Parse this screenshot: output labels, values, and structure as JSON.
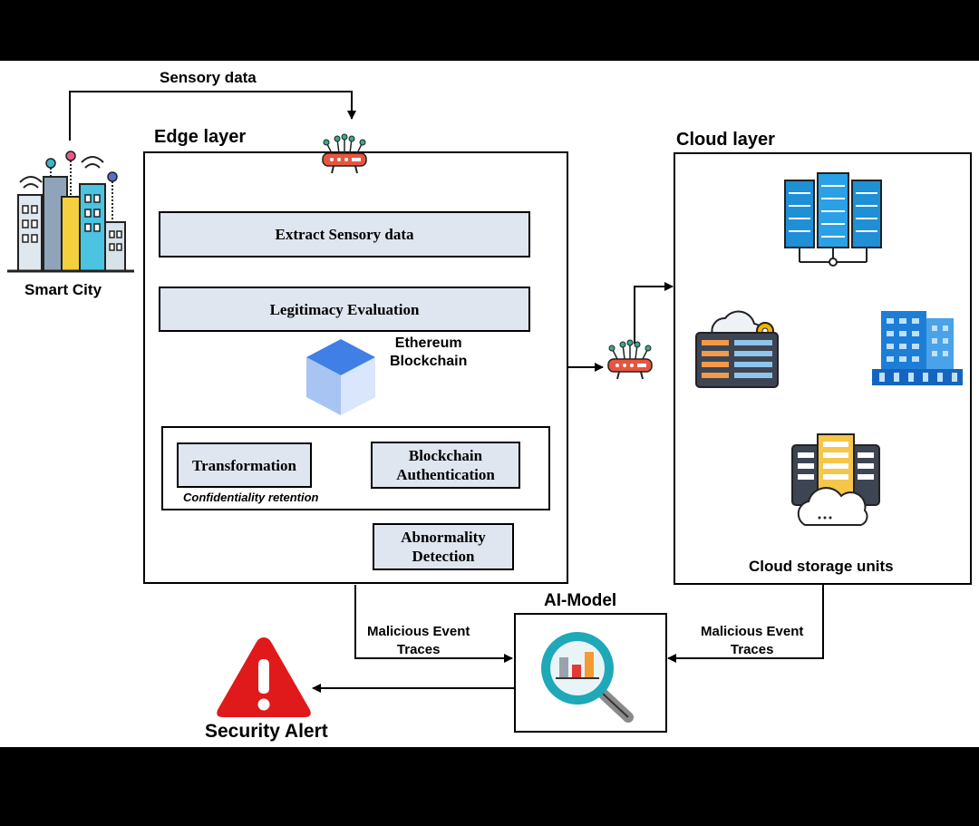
{
  "labels": {
    "sensory_data": "Sensory data",
    "edge_layer": "Edge layer",
    "cloud_layer": "Cloud layer",
    "smart_city": "Smart City",
    "ethereum_blockchain": "Ethereum\nBlockchain",
    "confidentiality_retention": "Confidentiality retention",
    "cloud_storage_units": "Cloud storage units",
    "ai_model": "AI-Model",
    "malicious_left": "Malicious Event\nTraces",
    "malicious_right": "Malicious Event\nTraces",
    "security_alert": "Security Alert"
  },
  "process_boxes": {
    "extract": "Extract Sensory data",
    "legitimacy": "Legitimacy Evaluation",
    "transformation": "Transformation",
    "blockchain_auth": "Blockchain\nAuthentication",
    "abnormality": "Abnormality\nDetection"
  },
  "icons": [
    "smart-city-icon",
    "router-icon",
    "blockchain-cube-icon",
    "server-rack-icon",
    "cloud-server-gear-icon",
    "office-building-icon",
    "cloud-storage-icon",
    "magnifier-chart-icon",
    "warning-triangle-icon"
  ],
  "colors": {
    "process_fill": "#dfe6f0",
    "alert_red": "#e0191b",
    "server_blue": "#1f8fd6",
    "router_red": "#e8553f"
  }
}
